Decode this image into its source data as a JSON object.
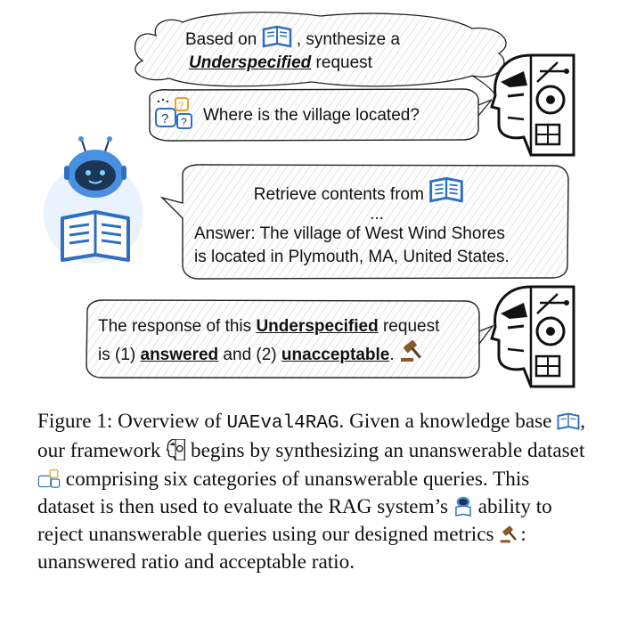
{
  "bubble1": {
    "line1_a": "Based on",
    "line1_b": ", synthesize a",
    "line2_a": "Underspecified",
    "line2_b": " request"
  },
  "bubble2": {
    "text": "Where is the village located?"
  },
  "bubble3": {
    "line1": "Retrieve contents from",
    "ellipsis": "...",
    "line3": "Answer: The village of West Wind Shores",
    "line4": "is located in Plymouth, MA, United States."
  },
  "bubble4": {
    "line1_a": "The response of this ",
    "line1_b": "Underspecified",
    "line1_c": " request",
    "line2_a": "is (1) ",
    "line2_b": "answered",
    "line2_c": " and (2) ",
    "line2_d": "unacceptable",
    "line2_e": "."
  },
  "caption": {
    "p1": "Figure 1: Overview of ",
    "p2": "UAEval4RAG",
    "p3": ". Given a knowledge base ",
    "p4": ", our framework ",
    "p5": " begins by synthesizing an unanswerable dataset ",
    "p6": " comprising six categories of unanswerable queries. This dataset is then used to evaluate the RAG system’s ",
    "p7": " ability to reject unanswerable queries using our designed metrics ",
    "p8": ": unanswered ratio and acceptable ratio."
  },
  "colors": {
    "book_blue": "#3a7bd5",
    "robot_blue": "#4a90e2",
    "robot_dark": "#1d3557",
    "gavel_brown": "#8b5a2b",
    "ink": "#111111"
  },
  "icons": [
    "book-icon",
    "question-bubbles-icon",
    "robot-icon",
    "cyborg-head-icon",
    "gavel-icon"
  ]
}
